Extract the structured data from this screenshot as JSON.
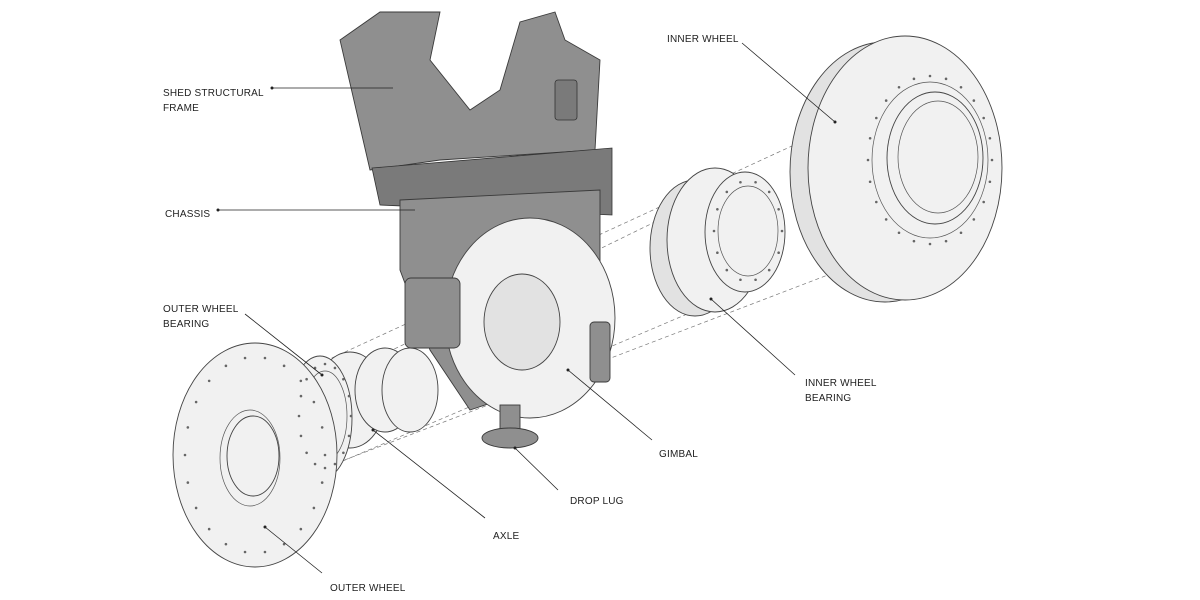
{
  "title": "Exploded view of wheel assembly",
  "labels": {
    "shed_frame": [
      "SHED STRUCTURAL",
      "FRAME"
    ],
    "chassis": "CHASSIS",
    "outer_wheel_bearing": [
      "OUTER WHEEL",
      "BEARING"
    ],
    "outer_wheel": "OUTER WHEEL",
    "axle": "AXLE",
    "drop_lug": "DROP LUG",
    "gimbal": "GIMBAL",
    "inner_wheel_bearing": [
      "INNER WHEEL",
      "BEARING"
    ],
    "inner_wheel": "INNER WHEEL"
  },
  "colors": {
    "frame": "#8f8f8f",
    "parts": "#f1f1f1",
    "lines": "#222222"
  }
}
